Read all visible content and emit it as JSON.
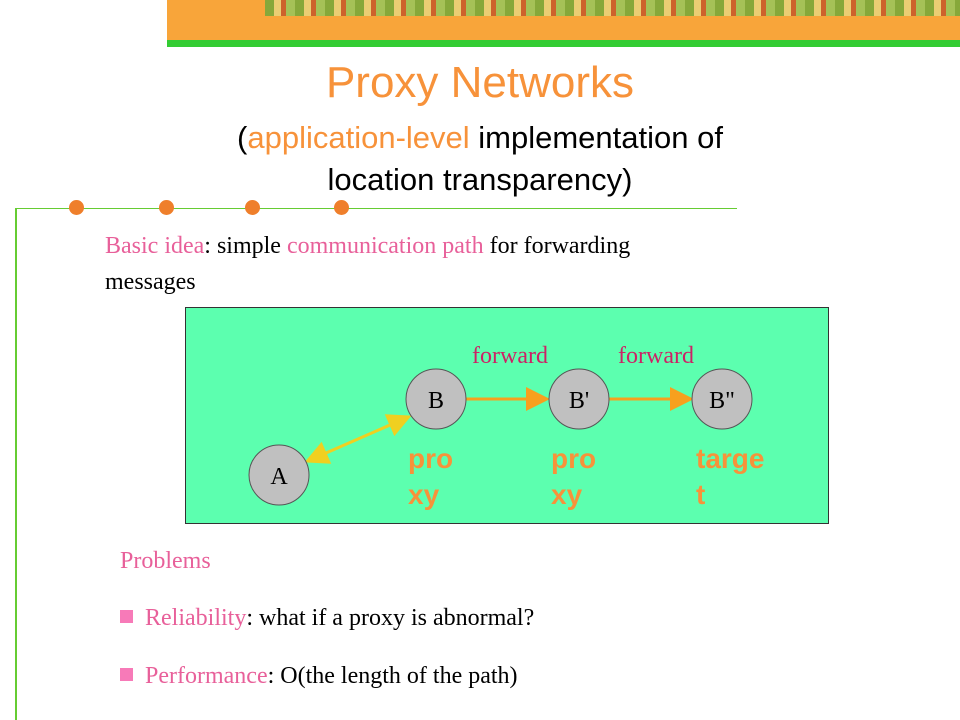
{
  "title": "Proxy Networks",
  "subtitle": {
    "open_paren": "(",
    "highlight": "application-level",
    "rest_line1": " implementation of",
    "line2": "location transparency)"
  },
  "basic_idea": {
    "label": "Basic idea",
    "mid": ": simple ",
    "highlight": "communication path",
    "rest": " for forwarding messages"
  },
  "diagram": {
    "nodes": [
      {
        "id": "A",
        "label": "A"
      },
      {
        "id": "B",
        "label": "B"
      },
      {
        "id": "B1",
        "label": "B'"
      },
      {
        "id": "B2",
        "label": "B\""
      }
    ],
    "edge_labels": [
      "forward",
      "forward"
    ],
    "role_labels": [
      {
        "line1": "pro",
        "line2": "xy"
      },
      {
        "line1": "pro",
        "line2": "xy"
      },
      {
        "line1": "targe",
        "line2": "t"
      }
    ],
    "colors": {
      "box_bg": "#5cffaf",
      "node_fill": "#c0c0c0",
      "arrow": "#f7a01e",
      "bidirectional_arrow": "#f0d020",
      "forward_text": "#cc2266",
      "role_text": "#f7923a"
    }
  },
  "problems": {
    "heading": "Problems",
    "items": [
      {
        "label": "Reliability",
        "text": ": what if a proxy is abnormal?"
      },
      {
        "label": "Performance",
        "text": ": O(the length of the path)"
      }
    ]
  }
}
